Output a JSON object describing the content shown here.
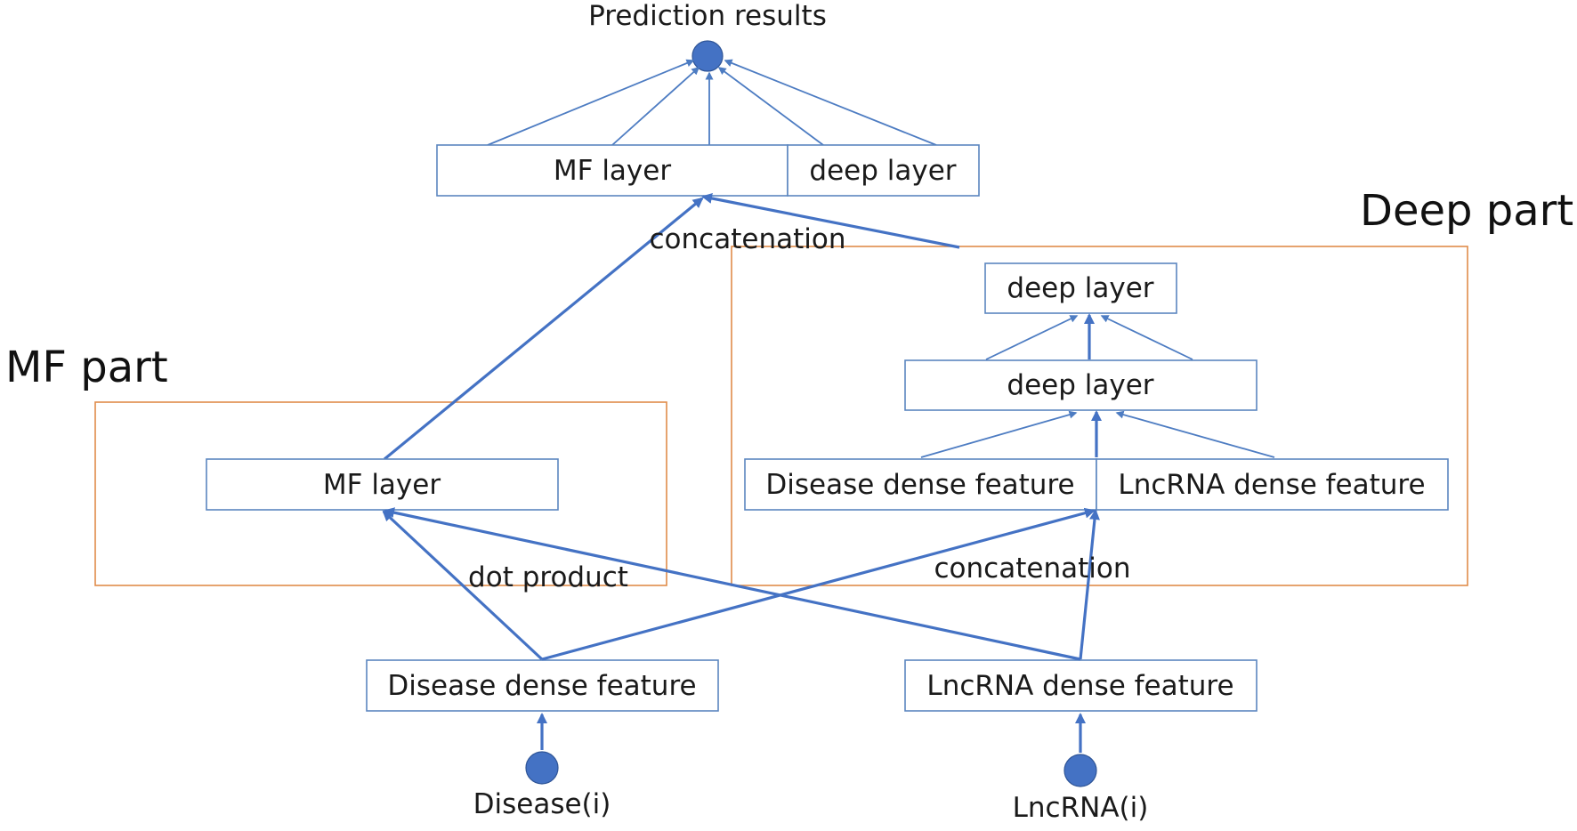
{
  "groups": {
    "mf_part": "MF part",
    "deep_part": "Deep part"
  },
  "output": {
    "label": "Prediction results"
  },
  "combined_layer": {
    "mf_label": "MF layer",
    "deep_label": "deep layer"
  },
  "mf_block": {
    "layer_label": "MF layer",
    "operation_label": "dot product"
  },
  "deep_block": {
    "top_layer_label": "deep layer",
    "middle_layer_label": "deep layer",
    "disease_feature_label": "Disease dense feature",
    "lncrna_feature_label": "LncRNA dense feature",
    "operation_label": "concatenation"
  },
  "top_operation_label": "concatenation",
  "inputs": {
    "disease_feature_label": "Disease dense feature",
    "lncrna_feature_label": "LncRNA dense feature",
    "disease_input_label": "Disease(i)",
    "lncrna_input_label": "LncRNA(i)"
  },
  "colors": {
    "node_border": "#5b86bf",
    "group_border": "#e08c4a",
    "edge": "#4472c4",
    "dot_fill": "#4472c4"
  }
}
